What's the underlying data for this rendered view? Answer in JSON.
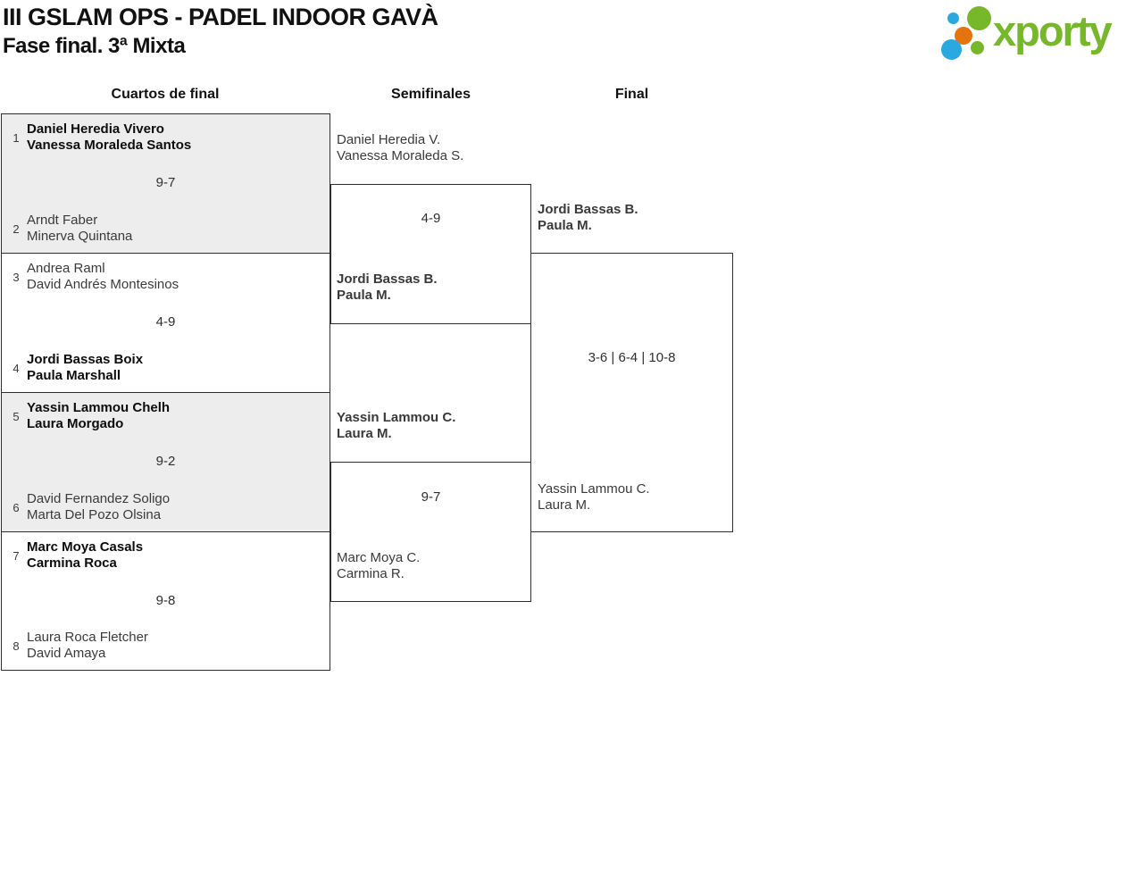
{
  "header": {
    "title": "III GSLAM OPS - PADEL INDOOR GAVÀ",
    "subtitle": "Fase final. 3ª Mixta"
  },
  "logo": {
    "brand": "xporty",
    "dot_icons": [
      "blue-dot-small",
      "green-dot-large",
      "orange-dot",
      "blue-dot-large",
      "green-dot-small"
    ]
  },
  "colors": {
    "brand_green": "#76b82a",
    "brand_blue": "#29a9e0",
    "brand_orange": "#e4740e",
    "box_gray": "#ededed",
    "line": "#2e2e2e"
  },
  "round_headers": {
    "quarterfinals": "Cuartos de final",
    "semifinals": "Semifinales",
    "final": "Final"
  },
  "bracket": {
    "quarterfinals": [
      {
        "seed_a": "1",
        "team_a": [
          "Daniel Heredia Vivero",
          "Vanessa Moraleda Santos"
        ],
        "score": "9-7",
        "seed_b": "2",
        "team_b": [
          "Arndt Faber",
          "Minerva Quintana"
        ],
        "winner": "a"
      },
      {
        "seed_a": "3",
        "team_a": [
          "Andrea Raml",
          "David Andrés Montesinos"
        ],
        "score": "4-9",
        "seed_b": "4",
        "team_b": [
          "Jordi Bassas Boix",
          "Paula Marshall"
        ],
        "winner": "b"
      },
      {
        "seed_a": "5",
        "team_a": [
          "Yassin Lammou Chelh",
          "Laura Morgado"
        ],
        "score": "9-2",
        "seed_b": "6",
        "team_b": [
          "David Fernandez Soligo",
          "Marta Del Pozo Olsina"
        ],
        "winner": "a"
      },
      {
        "seed_a": "7",
        "team_a": [
          "Marc Moya Casals",
          "Carmina Roca"
        ],
        "score": "9-8",
        "seed_b": "8",
        "team_b": [
          "Laura Roca Fletcher",
          "David Amaya"
        ],
        "winner": "a"
      }
    ],
    "semifinals": [
      {
        "team_a": [
          "Daniel Heredia V.",
          "Vanessa Moraleda S."
        ],
        "score": "4-9",
        "team_b": [
          "Jordi Bassas B.",
          "Paula M."
        ],
        "winner": "b"
      },
      {
        "team_a": [
          "Yassin Lammou C.",
          "Laura M."
        ],
        "score": "9-7",
        "team_b": [
          "Marc Moya C.",
          "Carmina R."
        ],
        "winner": "a"
      }
    ],
    "final": {
      "team_a": [
        "Jordi Bassas B.",
        "Paula M."
      ],
      "score": "3-6 | 6-4 | 10-8",
      "team_b": [
        "Yassin Lammou C.",
        "Laura M."
      ],
      "winner": "a"
    }
  }
}
